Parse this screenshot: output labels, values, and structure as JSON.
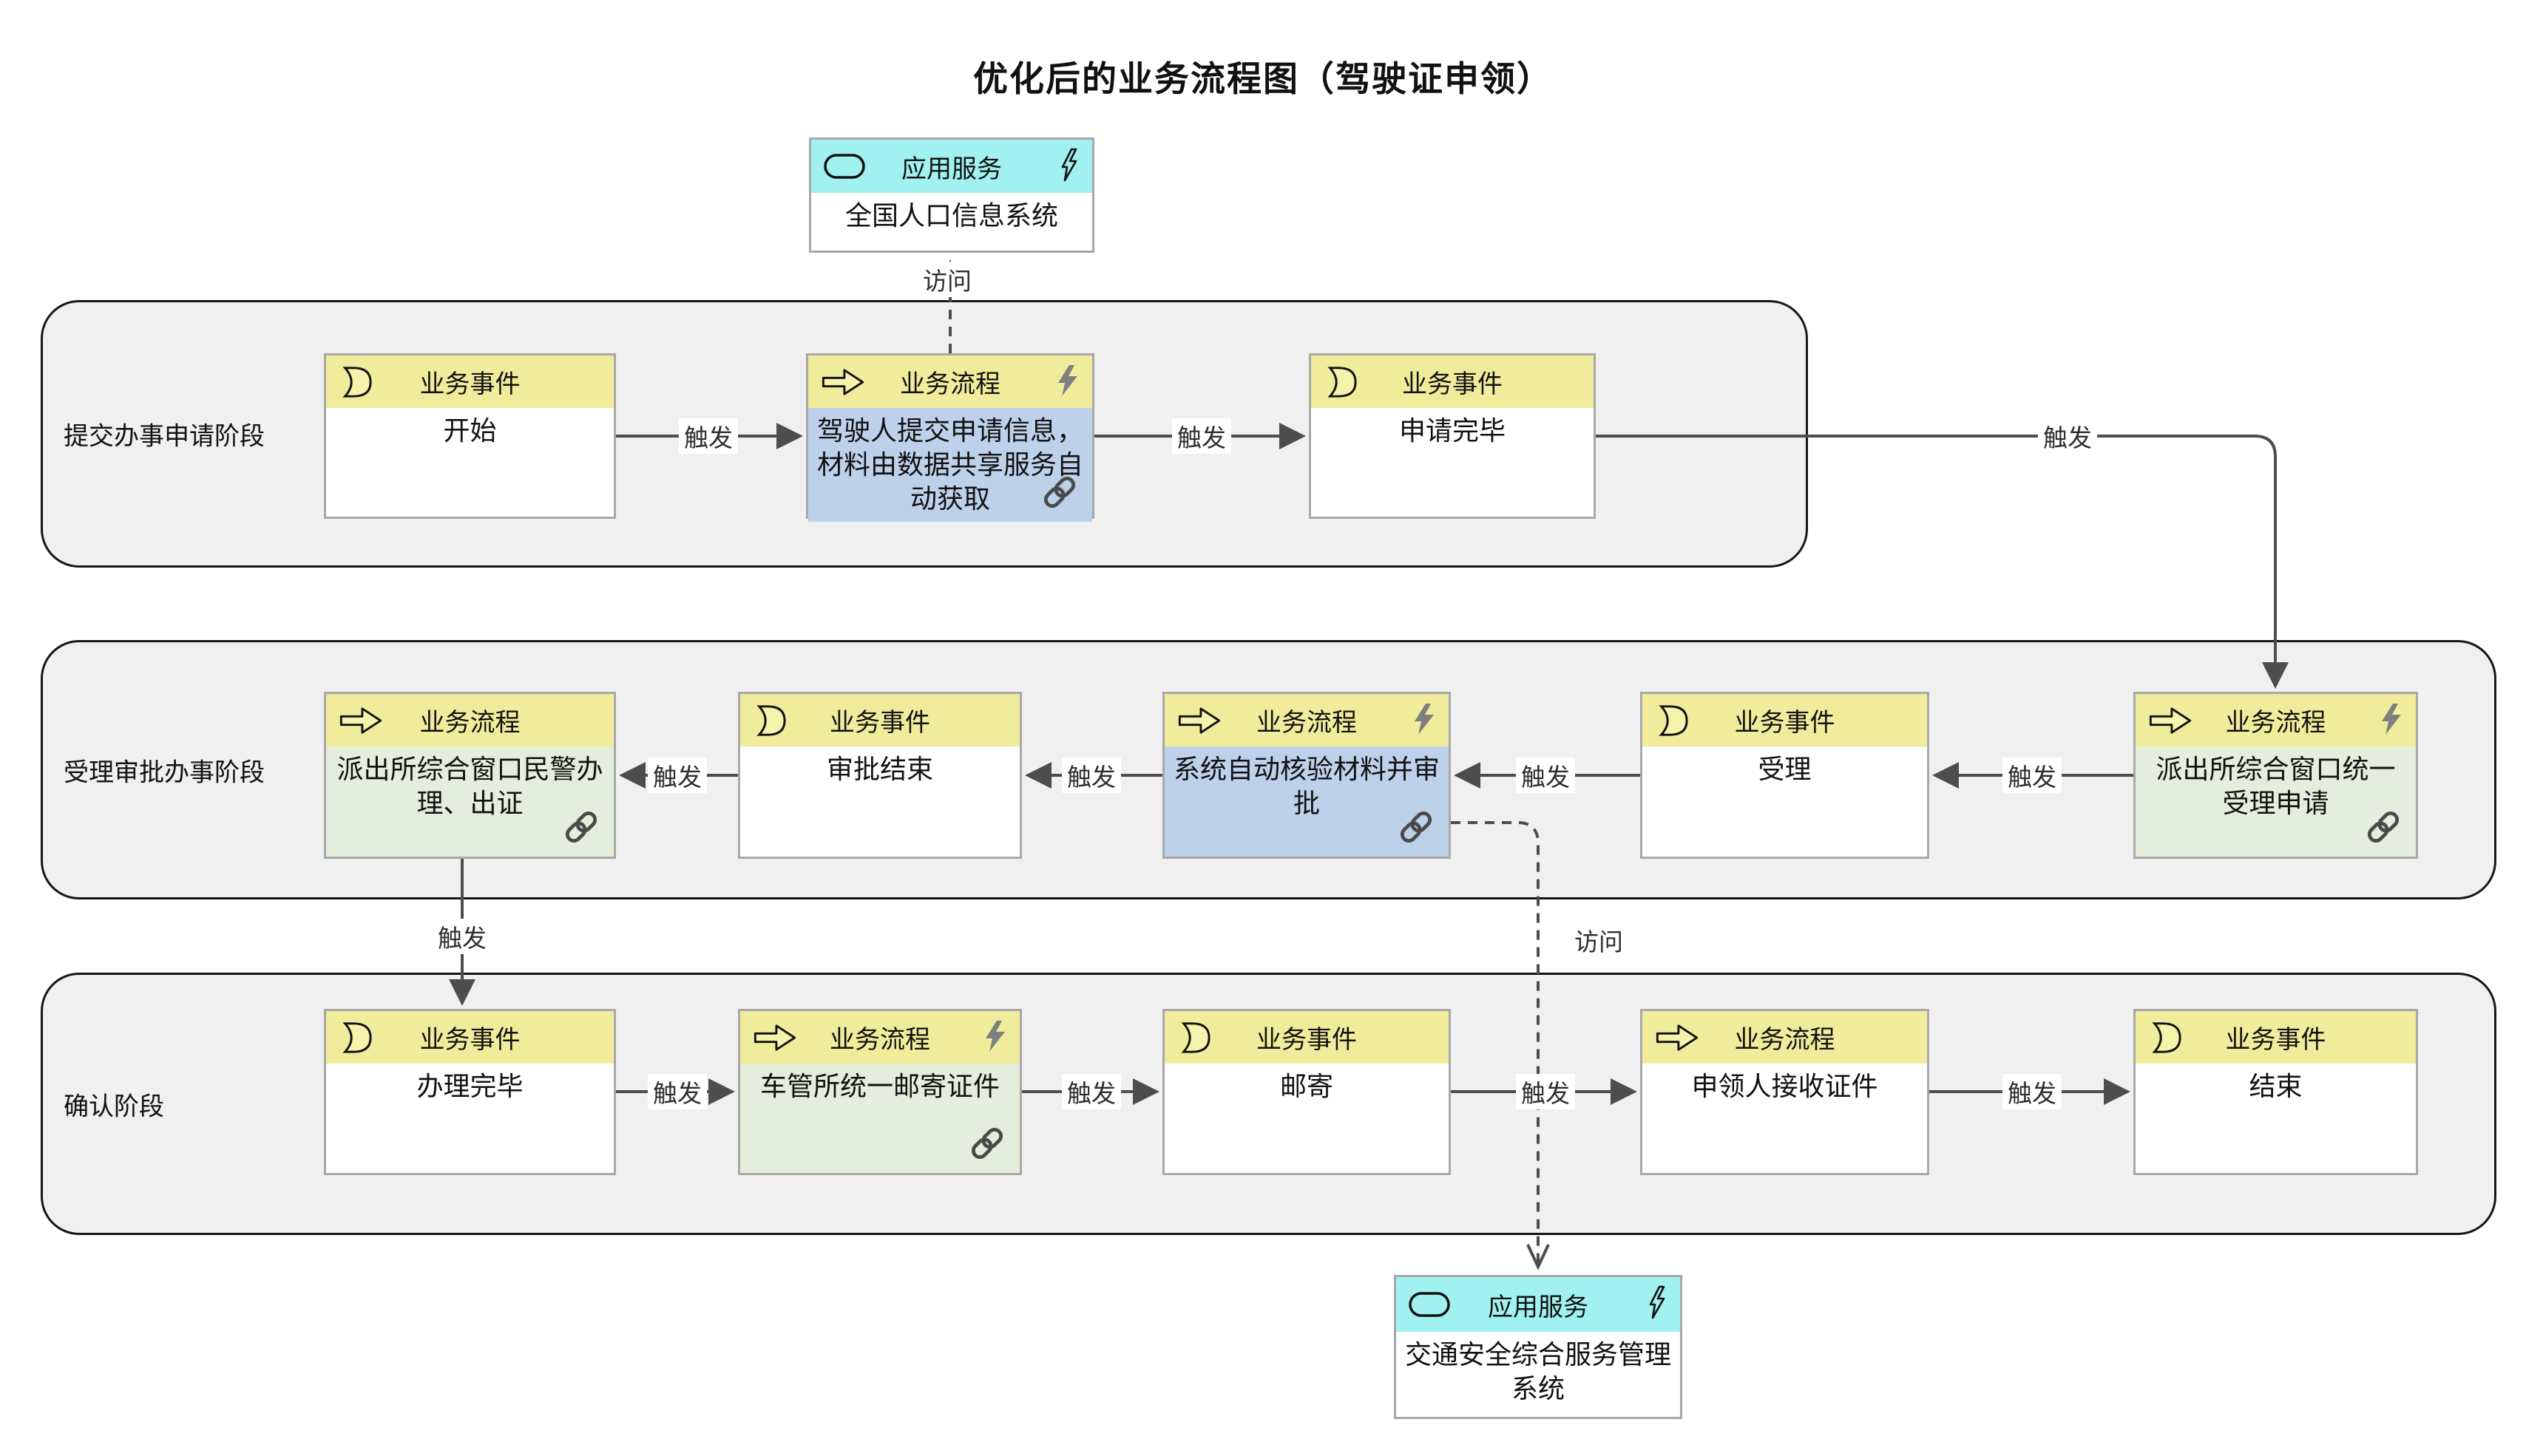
{
  "title": "优化后的业务流程图（驾驶证申领）",
  "edge_labels": {
    "trigger": "触发",
    "access": "访问"
  },
  "services": {
    "top": {
      "type": "应用服务",
      "name": "全国人口信息系统"
    },
    "bottom": {
      "type": "应用服务",
      "name": "交通安全综合服务管理系统"
    }
  },
  "lanes": [
    {
      "label": "提交办事申请阶段",
      "nodes": [
        {
          "type": "业务事件",
          "name": "开始"
        },
        {
          "type": "业务流程",
          "name": "驾驶人提交申请信息，材料由数据共享服务自动获取"
        },
        {
          "type": "业务事件",
          "name": "申请完毕"
        }
      ]
    },
    {
      "label": "受理审批办事阶段",
      "nodes": [
        {
          "type": "业务流程",
          "name": "派出所综合窗口民警办理、出证"
        },
        {
          "type": "业务事件",
          "name": "审批结束"
        },
        {
          "type": "业务流程",
          "name": "系统自动核验材料并审批"
        },
        {
          "type": "业务事件",
          "name": "受理"
        },
        {
          "type": "业务流程",
          "name": "派出所综合窗口统一受理申请"
        }
      ]
    },
    {
      "label": "确认阶段",
      "nodes": [
        {
          "type": "业务事件",
          "name": "办理完毕"
        },
        {
          "type": "业务流程",
          "name": "车管所统一邮寄证件"
        },
        {
          "type": "业务事件",
          "name": "邮寄"
        },
        {
          "type": "业务流程",
          "name": "申领人接收证件"
        },
        {
          "type": "业务事件",
          "name": "结束"
        }
      ]
    }
  ],
  "colors": {
    "node_header_yellow": "#F1EC9B",
    "service_header_cyan": "#A0F1EF",
    "process_body_blue": "#BDD1EB",
    "process_body_green": "#E5EEDC",
    "lane_background": "#F0F0F0",
    "box_border": "#A8A8A8",
    "connector": "#4D4D4D",
    "icon_fill_yellow": "#F7F2AC",
    "bolt_gray": "#7F7F7F"
  }
}
